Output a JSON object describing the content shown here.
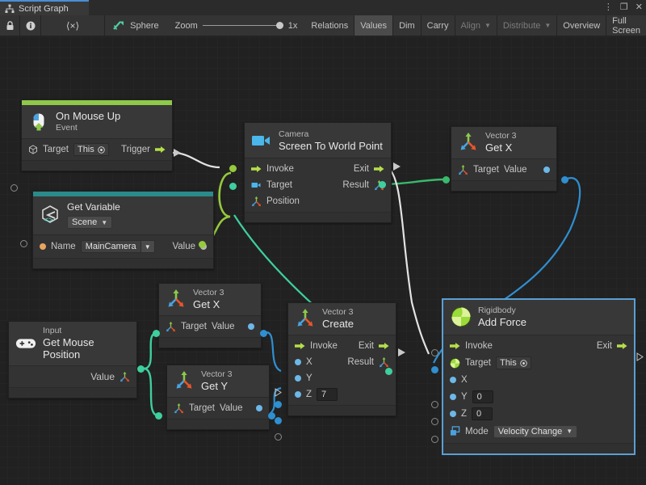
{
  "window": {
    "tab_label": "Script Graph",
    "tab_icon": "graph-icon",
    "buttons": [
      "more-options-icon",
      "maximize-icon",
      "close-icon"
    ]
  },
  "toolbar": {
    "lock_icon": "lock-icon",
    "info_icon": "info-icon",
    "code_icon": "code-brackets-icon",
    "object_icon": "script-graph-icon",
    "object_name": "Sphere",
    "zoom_label": "Zoom",
    "zoom_value": "1x",
    "items": [
      {
        "label": "Relations",
        "active": false,
        "dim": false,
        "caret": false
      },
      {
        "label": "Values",
        "active": true,
        "dim": false,
        "caret": false
      },
      {
        "label": "Dim",
        "active": false,
        "dim": false,
        "caret": false
      },
      {
        "label": "Carry",
        "active": false,
        "dim": false,
        "caret": false
      },
      {
        "label": "Align",
        "active": false,
        "dim": true,
        "caret": true
      },
      {
        "label": "Distribute",
        "active": false,
        "dim": true,
        "caret": true
      },
      {
        "label": "Overview",
        "active": false,
        "dim": false,
        "caret": false
      },
      {
        "label": "Full Screen",
        "active": false,
        "dim": false,
        "caret": false
      }
    ]
  },
  "nodes": {
    "on_mouse_up": {
      "type": "Event",
      "title": "On Mouse Up",
      "accent": "#8ec94a",
      "icon": "mouse-up-icon",
      "target_label": "Target",
      "target_value": "This",
      "trigger_label": "Trigger"
    },
    "get_variable": {
      "type": "Get Variable",
      "scope": "Scene",
      "accent": "#2b8a8a",
      "icon": "unity-variable-icon",
      "name_label": "Name",
      "name_value": "MainCamera",
      "value_label": "Value"
    },
    "screen_to_world": {
      "type": "Camera",
      "title": "Screen To World Point",
      "icon": "camera-icon",
      "invoke_label": "Invoke",
      "exit_label": "Exit",
      "target_label": "Target",
      "result_label": "Result",
      "position_label": "Position"
    },
    "vector3_getx_top": {
      "type": "Vector 3",
      "title": "Get X",
      "icon": "vector3-icon",
      "target_label": "Target",
      "value_label": "Value"
    },
    "vector3_getx_mid": {
      "type": "Vector 3",
      "title": "Get X",
      "icon": "vector3-icon",
      "target_label": "Target",
      "value_label": "Value"
    },
    "vector3_gety": {
      "type": "Vector 3",
      "title": "Get Y",
      "icon": "vector3-icon",
      "target_label": "Target",
      "value_label": "Value"
    },
    "vector3_create": {
      "type": "Vector 3",
      "title": "Create",
      "icon": "vector3-icon",
      "invoke_label": "Invoke",
      "exit_label": "Exit",
      "result_label": "Result",
      "x_label": "X",
      "y_label": "Y",
      "z_label": "Z",
      "z_value": "7"
    },
    "input_mouse": {
      "type": "Input",
      "title": "Get Mouse Position",
      "icon": "gamepad-icon",
      "value_label": "Value"
    },
    "add_force": {
      "type": "Rigidbody",
      "title": "Add Force",
      "icon": "rigidbody-icon",
      "selected": true,
      "invoke_label": "Invoke",
      "exit_label": "Exit",
      "target_label": "Target",
      "target_value": "This",
      "x_label": "X",
      "y_label": "Y",
      "y_value": "0",
      "z_label": "Z",
      "z_value": "0",
      "mode_label": "Mode",
      "mode_value": "Velocity Change"
    }
  },
  "colors": {
    "wire_control": "#e3e3e3",
    "wire_value_green": "#8ec94a",
    "wire_value_teal": "#3ecf9e",
    "wire_value_blue": "#2f8fd0",
    "selection": "#5a9fd4",
    "canvas_bg": "#212121"
  }
}
